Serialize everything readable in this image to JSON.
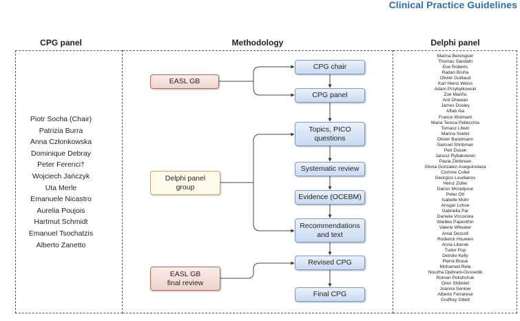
{
  "header": {
    "title": "Clinical Practice Guidelines"
  },
  "columns": {
    "cpg_title": "CPG panel",
    "methodology_title": "Methodology",
    "delphi_title": "Delphi panel"
  },
  "cpg_panel": [
    "Piotr Socha (Chair)",
    "Patrizia Burra",
    "Anna Członkowska",
    "Dominique Debray",
    "Peter Ferenci†",
    "Wojciech Jańczyk",
    "Uta Merle",
    "Emanuele Nicastro",
    "Aurelia Poujois",
    "Hartmut Schmidt",
    "Emanuel Tsochatzis",
    "Alberto Zanetto"
  ],
  "methodology": {
    "easl_gb": "EASL GB",
    "delphi_group": "Delphi panel\ngroup",
    "easl_final": "EASL GB\nfinal review",
    "cpg_chair": "CPG chair",
    "cpg_panel": "CPG panel",
    "topics": "Topics, PICO\nquestions",
    "systematic": "Systematic review",
    "evidence": "Evidence (OCEBM)",
    "recommendations": "Recommendations\nand text",
    "revised": "Revised CPG",
    "final": "Final CPG"
  },
  "delphi_panel": [
    "Marina Berenguer",
    "Thomas Sandahl",
    "Eve Roberts",
    "Radan Bruha",
    "Olivier Guillaud",
    "Karl Heinz Weiss",
    "Adam Przybyłkowski",
    "Zoé Mariño",
    "Anil Dhawan",
    "James Dooley",
    "Aftab Ala",
    "France Woimant",
    "Maria Teresa Pellecchia",
    "Tomasz Litwin",
    "Marina Svetel",
    "Olivier Bandmann",
    "Samuel Shribman",
    "Petr Dusek",
    "Janusz Rybakowski",
    "Paula Zimbrean",
    "Gloria Gonzalez-Aseguinolaza",
    "Corinne Collet",
    "Georgios Loudianos",
    "Heinz Zoller",
    "Darius Moradpour",
    "Peter Ott",
    "Isabelle Mohr",
    "Ansgar Lohse",
    "Gabriella Par",
    "Daniela Vircovska",
    "Wiebke Papenthin",
    "Valerie Wheater",
    "Antal Dezsofi",
    "Roderick Houwen",
    "Anna Liberek",
    "Tudor Pop",
    "Deirdre Kelly",
    "Pierre Broue",
    "Mohamed Rela",
    "Nouzha Djebrani-Oussedik",
    "Roman Polishchuk",
    "Oren Shibolet",
    "Joanna Seniow",
    "Alberto Ferrarese",
    "Godfrey Gillett"
  ]
}
